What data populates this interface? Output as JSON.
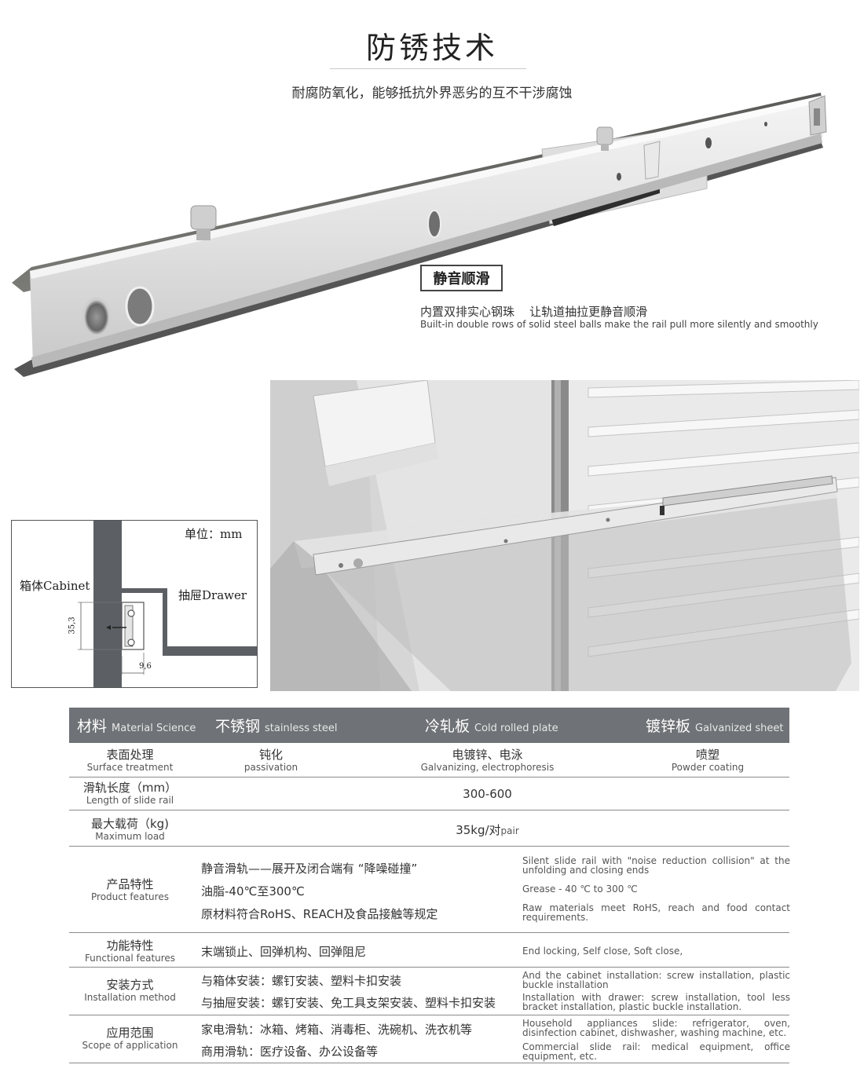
{
  "header": {
    "title": "防锈技术",
    "subtitle": "耐腐防氧化，能够抵抗外界恶劣的互不干涉腐蚀"
  },
  "feature": {
    "badge": "静音顺滑",
    "desc_cn": "内置双排实心钢珠    让轨道抽拉更静音顺滑",
    "desc_en": "Built-in double rows of solid steel balls make the rail pull more silently and smoothly"
  },
  "diagram": {
    "unit": "单位：mm",
    "cabinet_label": "箱体Cabinet",
    "drawer_label": "抽屉Drawer",
    "dim_height": "35,3",
    "dim_width": "9,6"
  },
  "table": {
    "headers": [
      {
        "cn": "材料",
        "en": "Material Science"
      },
      {
        "cn": "不锈钢",
        "en": "stainless steel"
      },
      {
        "cn": "冷轧板",
        "en": "Cold rolled plate"
      },
      {
        "cn": "镀锌板",
        "en": "Galvanized sheet"
      }
    ],
    "surface": {
      "label_cn": "表面处理",
      "label_en": "Surface treatment",
      "col1_cn": "钝化",
      "col1_en": "passivation",
      "col2_cn": "电镀锌、电泳",
      "col2_en": "Galvanizing, electrophoresis",
      "col3_cn": "喷塑",
      "col3_en": "Powder coating"
    },
    "length": {
      "label_cn": "滑轨长度（mm）",
      "label_en": "Length of slide rail",
      "value": "300-600"
    },
    "load": {
      "label_cn": "最大载荷（kg)",
      "label_en": "Maximum load",
      "value": "35kg/对",
      "value_en": "pair"
    },
    "product": {
      "label_cn": "产品特性",
      "label_en": "Product features",
      "items_cn": [
        "静音滑轨——展开及闭合端有 “降噪碰撞”",
        "油脂-40℃至300℃",
        "原材料符合RoHS、REACH及食品接触等规定"
      ],
      "items_en": [
        "Silent slide rail with \"noise reduction collision\" at the unfolding and closing ends",
        "Grease - 40 ℃ to 300 ℃",
        "Raw materials meet RoHS, reach and food contact requirements."
      ]
    },
    "function": {
      "label_cn": "功能特性",
      "label_en": "Functional features",
      "item_cn": "末端锁止、回弹机构、回弹阻尼",
      "item_en": "End locking, Self close, Soft close,"
    },
    "install": {
      "label_cn": "安装方式",
      "label_en": "Installation method",
      "items_cn": [
        "与箱体安装：螺钉安装、塑料卡扣安装",
        "与抽屉安装：螺钉安装、免工具支架安装、塑料卡扣安装"
      ],
      "items_en": [
        "And the cabinet installation: screw installation, plastic buckle installation",
        "Installation with drawer: screw installation, tool less bracket installation, plastic buckle installation."
      ]
    },
    "scope": {
      "label_cn": "应用范围",
      "label_en": "Scope of application",
      "items_cn": [
        "家电滑轨：冰箱、烤箱、消毒柜、洗碗机、洗衣机等",
        "商用滑轨：医疗设备、办公设备等"
      ],
      "items_en": [
        "Household appliances slide: refrigerator, oven, disinfection cabinet, dishwasher, washing machine, etc.",
        "Commercial slide rail: medical equipment, office equipment, etc."
      ]
    }
  }
}
